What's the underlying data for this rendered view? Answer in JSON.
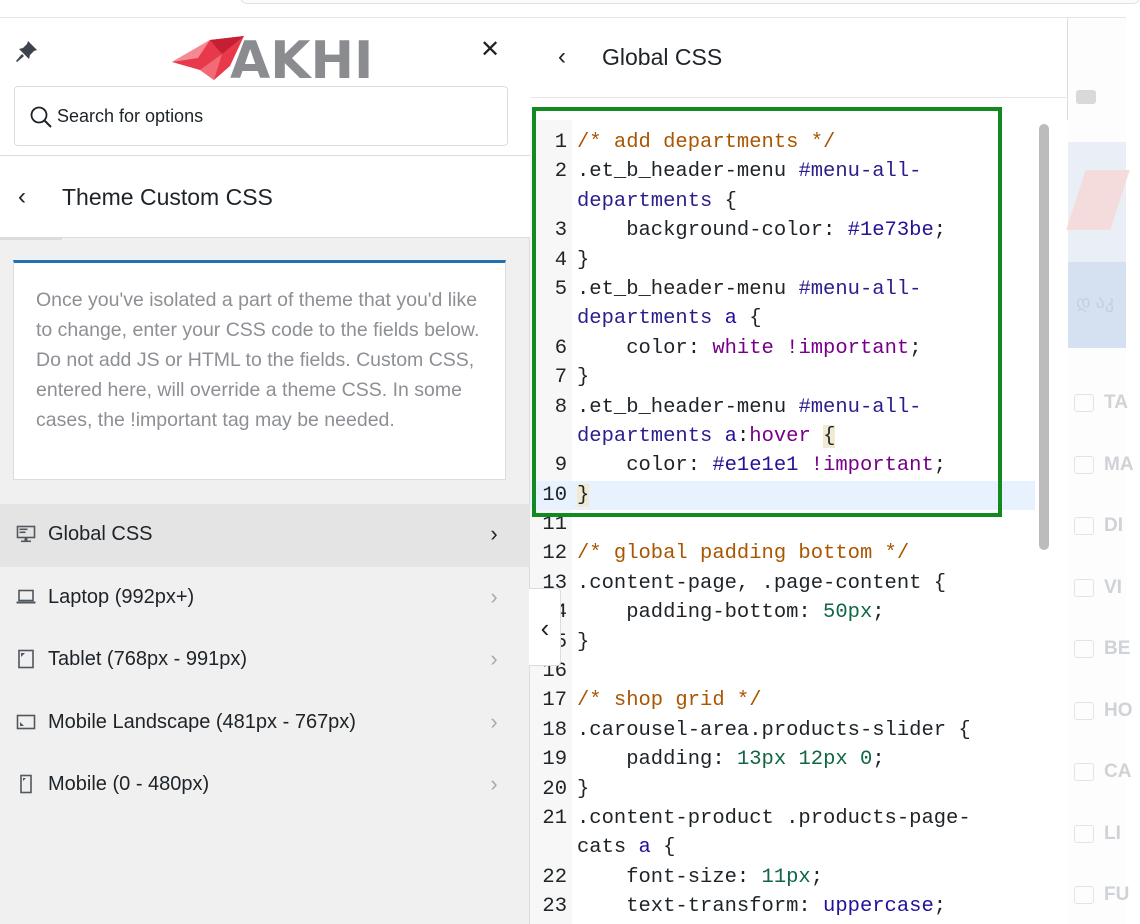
{
  "sidebar": {
    "logo_text": "AKHI",
    "search": {
      "placeholder": "Search for options"
    },
    "section": {
      "title": "Theme Custom CSS"
    },
    "description": "Once you've isolated a part of theme that you'd like to change, enter your CSS code to the fields below. Do not add JS or HTML to the fields. Custom CSS, entered here, will override a theme CSS. In some cases, the !important tag may be needed.",
    "items": [
      {
        "label": "Global CSS",
        "icon": "desktop-icon",
        "active": true
      },
      {
        "label": "Laptop (992px+)",
        "icon": "laptop-icon",
        "active": false
      },
      {
        "label": "Tablet (768px - 991px)",
        "icon": "tablet-icon",
        "active": false
      },
      {
        "label": "Mobile Landscape (481px - 767px)",
        "icon": "mobile-landscape-icon",
        "active": false
      },
      {
        "label": "Mobile (0 - 480px)",
        "icon": "mobile-icon",
        "active": false
      }
    ]
  },
  "editor": {
    "title": "Global CSS",
    "active_line": 10,
    "highlight_color": "#138a1f",
    "lines": [
      {
        "n": "1",
        "tokens": [
          [
            "cm",
            "/* add departments */"
          ]
        ]
      },
      {
        "n": "2",
        "tokens": [
          [
            "sel",
            ".et_b_header-menu "
          ],
          [
            "id",
            "#menu-all-"
          ]
        ]
      },
      {
        "n": "",
        "tokens": [
          [
            "id",
            "departments"
          ],
          [
            "sel",
            " {"
          ]
        ]
      },
      {
        "n": "3",
        "tokens": [
          [
            "pr",
            "    background-color: "
          ],
          [
            "hex",
            "#1e73be"
          ],
          [
            "pr",
            ";"
          ]
        ]
      },
      {
        "n": "4",
        "tokens": [
          [
            "sel",
            "}"
          ]
        ]
      },
      {
        "n": "5",
        "tokens": [
          [
            "sel",
            ".et_b_header-menu "
          ],
          [
            "id",
            "#menu-all-"
          ]
        ]
      },
      {
        "n": "",
        "tokens": [
          [
            "id",
            "departments"
          ],
          [
            "sel",
            " "
          ],
          [
            "hex",
            "a"
          ],
          [
            "sel",
            " {"
          ]
        ]
      },
      {
        "n": "6",
        "tokens": [
          [
            "pr",
            "    color: "
          ],
          [
            "kw",
            "white"
          ],
          [
            "pr",
            " "
          ],
          [
            "kw",
            "!important"
          ],
          [
            "pr",
            ";"
          ]
        ]
      },
      {
        "n": "7",
        "tokens": [
          [
            "sel",
            "}"
          ]
        ]
      },
      {
        "n": "8",
        "tokens": [
          [
            "sel",
            ".et_b_header-menu "
          ],
          [
            "id",
            "#menu-all-"
          ]
        ]
      },
      {
        "n": "",
        "tokens": [
          [
            "id",
            "departments"
          ],
          [
            "sel",
            " "
          ],
          [
            "hex",
            "a"
          ],
          [
            "sel",
            ":"
          ],
          [
            "kw",
            "hover"
          ],
          [
            "sel",
            " "
          ],
          [
            "brk",
            "{"
          ]
        ]
      },
      {
        "n": "9",
        "tokens": [
          [
            "pr",
            "    color: "
          ],
          [
            "hex",
            "#e1e1e1"
          ],
          [
            "pr",
            " "
          ],
          [
            "kw",
            "!important"
          ],
          [
            "pr",
            ";"
          ]
        ]
      },
      {
        "n": "10",
        "tokens": [
          [
            "brk",
            "}"
          ]
        ]
      },
      {
        "n": "11",
        "tokens": []
      },
      {
        "n": "12",
        "tokens": [
          [
            "cm",
            "/* global padding bottom */"
          ]
        ]
      },
      {
        "n": "13",
        "tokens": [
          [
            "sel",
            ".content-page, .page-content {"
          ]
        ]
      },
      {
        "n": "14",
        "tokens": [
          [
            "pr",
            "    padding-bottom: "
          ],
          [
            "num",
            "50px"
          ],
          [
            "pr",
            ";"
          ]
        ]
      },
      {
        "n": "15",
        "tokens": [
          [
            "sel",
            "}"
          ]
        ]
      },
      {
        "n": "16",
        "tokens": []
      },
      {
        "n": "17",
        "tokens": [
          [
            "cm",
            "/* shop grid */"
          ]
        ]
      },
      {
        "n": "18",
        "tokens": [
          [
            "sel",
            ".carousel-area.products-slider {"
          ]
        ]
      },
      {
        "n": "19",
        "tokens": [
          [
            "pr",
            "    padding: "
          ],
          [
            "num",
            "13px"
          ],
          [
            "pr",
            " "
          ],
          [
            "num",
            "12px"
          ],
          [
            "pr",
            " "
          ],
          [
            "num",
            "0"
          ],
          [
            "pr",
            ";"
          ]
        ]
      },
      {
        "n": "20",
        "tokens": [
          [
            "sel",
            "}"
          ]
        ]
      },
      {
        "n": "21",
        "tokens": [
          [
            "sel",
            ".content-product .products-page-"
          ]
        ]
      },
      {
        "n": "",
        "tokens": [
          [
            "sel",
            "cats "
          ],
          [
            "hex",
            "a"
          ],
          [
            "sel",
            " {"
          ]
        ]
      },
      {
        "n": "22",
        "tokens": [
          [
            "pr",
            "    font-size: "
          ],
          [
            "num",
            "11px"
          ],
          [
            "pr",
            ";"
          ]
        ]
      },
      {
        "n": "23",
        "tokens": [
          [
            "pr",
            "    text-transform: "
          ],
          [
            "hex",
            "uppercase"
          ],
          [
            "pr",
            ";"
          ]
        ]
      }
    ]
  },
  "preview": {
    "rows": [
      "TA",
      "MA",
      "DI",
      "VI",
      "BE",
      "HO",
      "CA",
      "LI",
      "FU"
    ],
    "banner_text": "დ აკ"
  }
}
